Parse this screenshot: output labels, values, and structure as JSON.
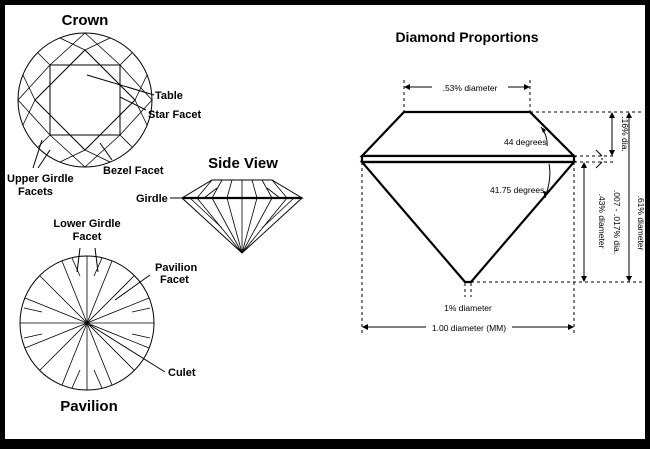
{
  "colors": {
    "background": "#ffffff",
    "border": "#000000",
    "ink": "#000000"
  },
  "crown": {
    "title": "Crown",
    "labels": {
      "table": "Table",
      "star_facet": "Star Facet",
      "bezel_facet": "Bezel Facet",
      "upper_girdle_1": "Upper Girdle",
      "upper_girdle_2": "Facets"
    }
  },
  "side_view": {
    "title": "Side View",
    "girdle": "Girdle"
  },
  "pavilion": {
    "title": "Pavilion",
    "labels": {
      "lower_girdle_1": "Lower Girdle",
      "lower_girdle_2": "Facet",
      "pavilion_facet_1": "Pavilion",
      "pavilion_facet_2": "Facet",
      "culet": "Culet"
    }
  },
  "proportions": {
    "title": "Diamond Proportions",
    "table_diameter": ".53% diameter",
    "crown_angle": "44 degrees",
    "pavilion_angle": "41.75 degrees",
    "culet_diameter": "1% diameter",
    "full_diameter": "1.00 diameter (MM)",
    "crown_height": ".16% dia.",
    "girdle_thickness": ".007 - .017% dia.",
    "pavilion_depth": ".43% diameter",
    "total_depth": ".61% diameter"
  }
}
